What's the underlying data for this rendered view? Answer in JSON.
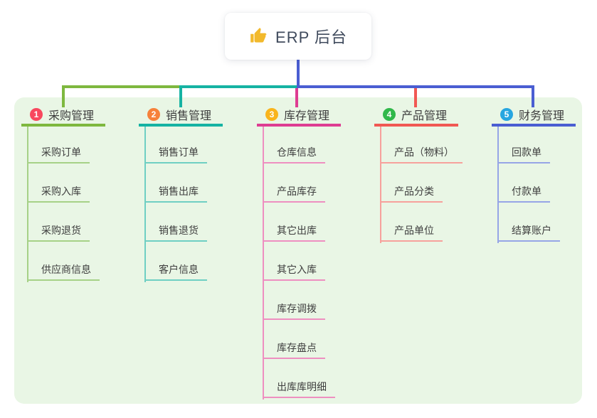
{
  "root": {
    "label": "ERP 后台",
    "icon": "thumbs-up-icon",
    "icon_color": "#f2b92c",
    "connector_color": "#4a5ed2"
  },
  "panel_color": "#e9f6e5",
  "branches": [
    {
      "id": 1,
      "label": "采购管理",
      "color": "#7eb83f",
      "light": "#a6d187",
      "badge": "#f8485e",
      "children": [
        "采购订单",
        "采购入库",
        "采购退货",
        "供应商信息"
      ]
    },
    {
      "id": 2,
      "label": "销售管理",
      "color": "#16b3a3",
      "light": "#6fcfc3",
      "badge": "#f6813a",
      "children": [
        "销售订单",
        "销售出库",
        "销售退货",
        "客户信息"
      ]
    },
    {
      "id": 3,
      "label": "库存管理",
      "color": "#de3d92",
      "light": "#ee8fc0",
      "badge": "#f9b41c",
      "children": [
        "仓库信息",
        "产品库存",
        "其它出库",
        "其它入库",
        "库存调拨",
        "库存盘点",
        "出库库明细"
      ]
    },
    {
      "id": 4,
      "label": "产品管理",
      "color": "#f15853",
      "light": "#f7a19c",
      "badge": "#30b84a",
      "children": [
        "产品（物料）",
        "产品分类",
        "产品单位"
      ]
    },
    {
      "id": 5,
      "label": "财务管理",
      "color": "#4a5ed2",
      "light": "#96a5e6",
      "badge": "#27a6e0",
      "children": [
        "回款单",
        "付款单",
        "结算账户"
      ]
    }
  ]
}
